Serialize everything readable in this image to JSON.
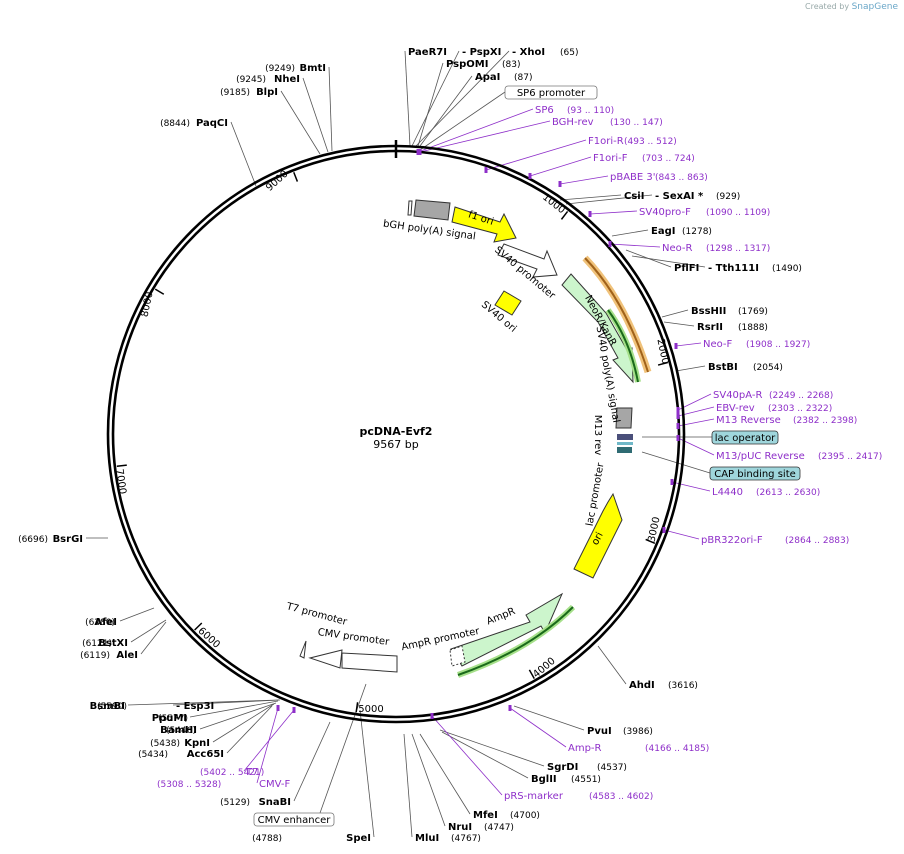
{
  "credit": {
    "prefix": "Created by",
    "brand": "SnapGene"
  },
  "plasmid": {
    "name": "pcDNA-Evf2",
    "length_label": "9567 bp"
  },
  "ticks": [
    "1000",
    "2000",
    "3000",
    "4000",
    "5000",
    "6000",
    "7000",
    "8000",
    "9000"
  ],
  "enzymes": [
    {
      "name": "PaeR7I",
      "pos": ""
    },
    {
      "name": "- PspXI",
      "pos": ""
    },
    {
      "name": "- XhoI",
      "pos": "(65)"
    },
    {
      "name": "PspOMI",
      "pos": "(83)"
    },
    {
      "name": "ApaI",
      "pos": "(87)"
    },
    {
      "name": "CsiI",
      "pos": ""
    },
    {
      "name": "- SexAI *",
      "pos": "(929)"
    },
    {
      "name": "EagI",
      "pos": "(1278)"
    },
    {
      "name": "PflFI",
      "pos": ""
    },
    {
      "name": "- Tth111I",
      "pos": "(1490)"
    },
    {
      "name": "BssHII",
      "pos": "(1769)"
    },
    {
      "name": "RsrII",
      "pos": "(1888)"
    },
    {
      "name": "BstBI",
      "pos": "(2054)"
    },
    {
      "name": "AhdI",
      "pos": "(3616)"
    },
    {
      "name": "PvuI",
      "pos": "(3986)"
    },
    {
      "name": "SgrDI",
      "pos": "(4537)"
    },
    {
      "name": "BglII",
      "pos": "(4551)"
    },
    {
      "name": "MfeI",
      "pos": "(4700)"
    },
    {
      "name": "NruI",
      "pos": "(4747)"
    },
    {
      "name": "MluI",
      "pos": "(4767)"
    },
    {
      "name": "SpeI",
      "pos": "(4788)"
    },
    {
      "name": "SnaBI",
      "pos": "(5129)"
    },
    {
      "name": "Acc65I",
      "pos": "(5434)"
    },
    {
      "name": "KpnI",
      "pos": "(5438)"
    },
    {
      "name": "BamHI",
      "pos": "(5446)"
    },
    {
      "name": "PpuMI",
      "pos": "(5577)"
    },
    {
      "name": "BsmBI",
      "pos": "(5590)"
    },
    {
      "name": "- Esp3I",
      "pos": ""
    },
    {
      "name": "AleI",
      "pos": "(6119)"
    },
    {
      "name": "BstXI",
      "pos": "(6121)"
    },
    {
      "name": "AfeI",
      "pos": "(6280)"
    },
    {
      "name": "BsrGI",
      "pos": "(6696)"
    },
    {
      "name": "PaqCI",
      "pos": "(8844)"
    },
    {
      "name": "BlpI",
      "pos": "(9185)"
    },
    {
      "name": "NheI",
      "pos": "(9245)"
    },
    {
      "name": "BmtI",
      "pos": "(9249)"
    }
  ],
  "primers": [
    {
      "name": "SP6",
      "pos": "(93 .. 110)"
    },
    {
      "name": "BGH-rev",
      "pos": "(130 .. 147)"
    },
    {
      "name": "F1ori-R",
      "pos": "(493 .. 512)"
    },
    {
      "name": "F1ori-F",
      "pos": "(703 .. 724)"
    },
    {
      "name": "pBABE 3'",
      "pos": "(843 .. 863)"
    },
    {
      "name": "SV40pro-F",
      "pos": "(1090 .. 1109)"
    },
    {
      "name": "Neo-R",
      "pos": "(1298 .. 1317)"
    },
    {
      "name": "Neo-F",
      "pos": "(1908 .. 1927)"
    },
    {
      "name": "SV40pA-R",
      "pos": "(2249 .. 2268)"
    },
    {
      "name": "EBV-rev",
      "pos": "(2303 .. 2322)"
    },
    {
      "name": "M13 Reverse",
      "pos": "(2382 .. 2398)"
    },
    {
      "name": "M13/pUC Reverse",
      "pos": "(2395 .. 2417)"
    },
    {
      "name": "L4440",
      "pos": "(2613 .. 2630)"
    },
    {
      "name": "pBR322ori-F",
      "pos": "(2864 .. 2883)"
    },
    {
      "name": "Amp-R",
      "pos": "(4166 .. 4185)"
    },
    {
      "name": "pRS-marker",
      "pos": "(4583 .. 4602)"
    },
    {
      "name": "T7",
      "pos": "(5402 .. 5421)"
    },
    {
      "name": "CMV-F",
      "pos": "(5308 .. 5328)"
    }
  ],
  "boxed_features": [
    "SP6 promoter",
    "lac operator",
    "CAP binding site",
    "CMV enhancer"
  ],
  "features": [
    "bGH poly(A) signal",
    "f1 ori",
    "SV40 promoter",
    "SV40 ori",
    "NeoR/KanR",
    "SV40 poly(A) signal",
    "M13 rev",
    "lac promoter",
    "ori",
    "AmpR",
    "AmpR promoter",
    "CMV promoter",
    "T7 promoter"
  ],
  "colors": {
    "ori": "#ffff00",
    "marker": "#ccf5cc",
    "promoter": "#ffffff",
    "polyA": "#a6a6a6",
    "primer": "#8e2fc9",
    "boxed_fill": "#9fd6dc"
  }
}
